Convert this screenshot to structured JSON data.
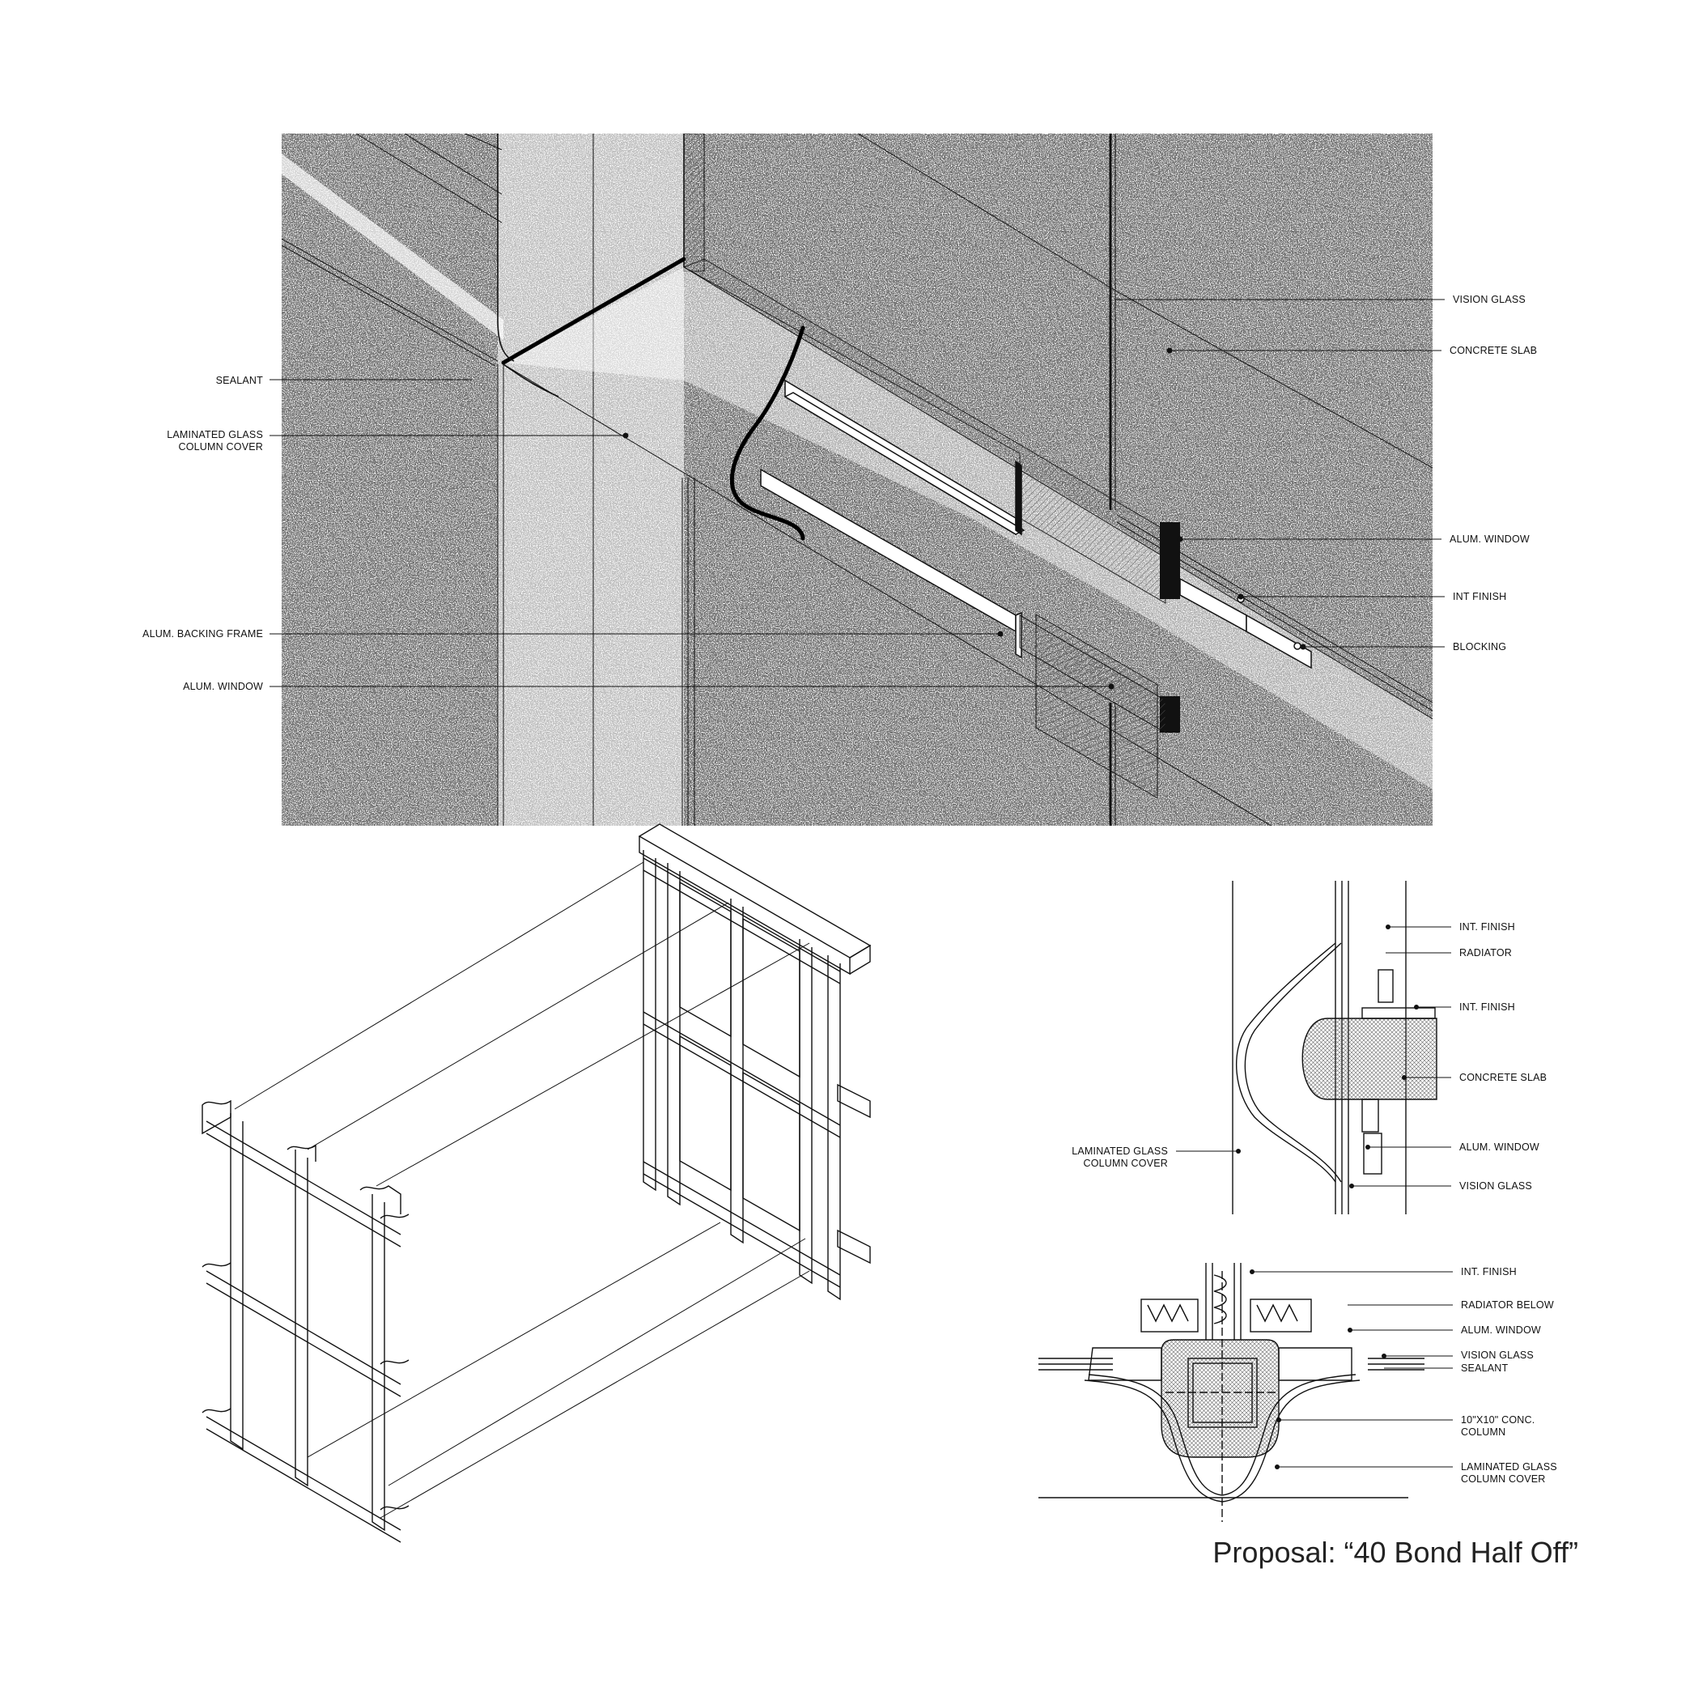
{
  "title": "Proposal: “40 Bond Half Off”",
  "axon": {
    "left_labels": {
      "sealant": "SEALANT",
      "laminated_1": "LAMINATED GLASS",
      "laminated_2": "COLUMN COVER",
      "backing_frame": "ALUM. BACKING FRAME",
      "alum_window": "ALUM. WINDOW"
    },
    "right_labels": {
      "vision_glass": "VISION GLASS",
      "concrete_slab": "CONCRETE SLAB",
      "alum_window": "ALUM. WINDOW",
      "int_finish": "INT FINISH",
      "blocking": "BLOCKING"
    }
  },
  "section": {
    "labels": {
      "int_finish_1": "INT. FINISH",
      "radiator": "RADIATOR",
      "int_finish_2": "INT. FINISH",
      "concrete_slab": "CONCRETE SLAB",
      "alum_window": "ALUM. WINDOW",
      "vision_glass": "VISION GLASS",
      "laminated_1": "LAMINATED GLASS",
      "laminated_2": "COLUMN COVER"
    }
  },
  "plan": {
    "labels": {
      "int_finish": "INT. FINISH",
      "radiator_below": "RADIATOR BELOW",
      "alum_window": "ALUM. WINDOW",
      "vision_glass": "VISION GLASS",
      "sealant": "SEALANT",
      "column_1": "10\"X10\" CONC.",
      "column_2": "COLUMN",
      "laminated_1": "LAMINATED GLASS",
      "laminated_2": "COLUMN COVER"
    }
  },
  "colors": {
    "ink": "#111111",
    "speckle": "#b8b8b8",
    "hatch": "#555555",
    "background": "#ffffff"
  }
}
